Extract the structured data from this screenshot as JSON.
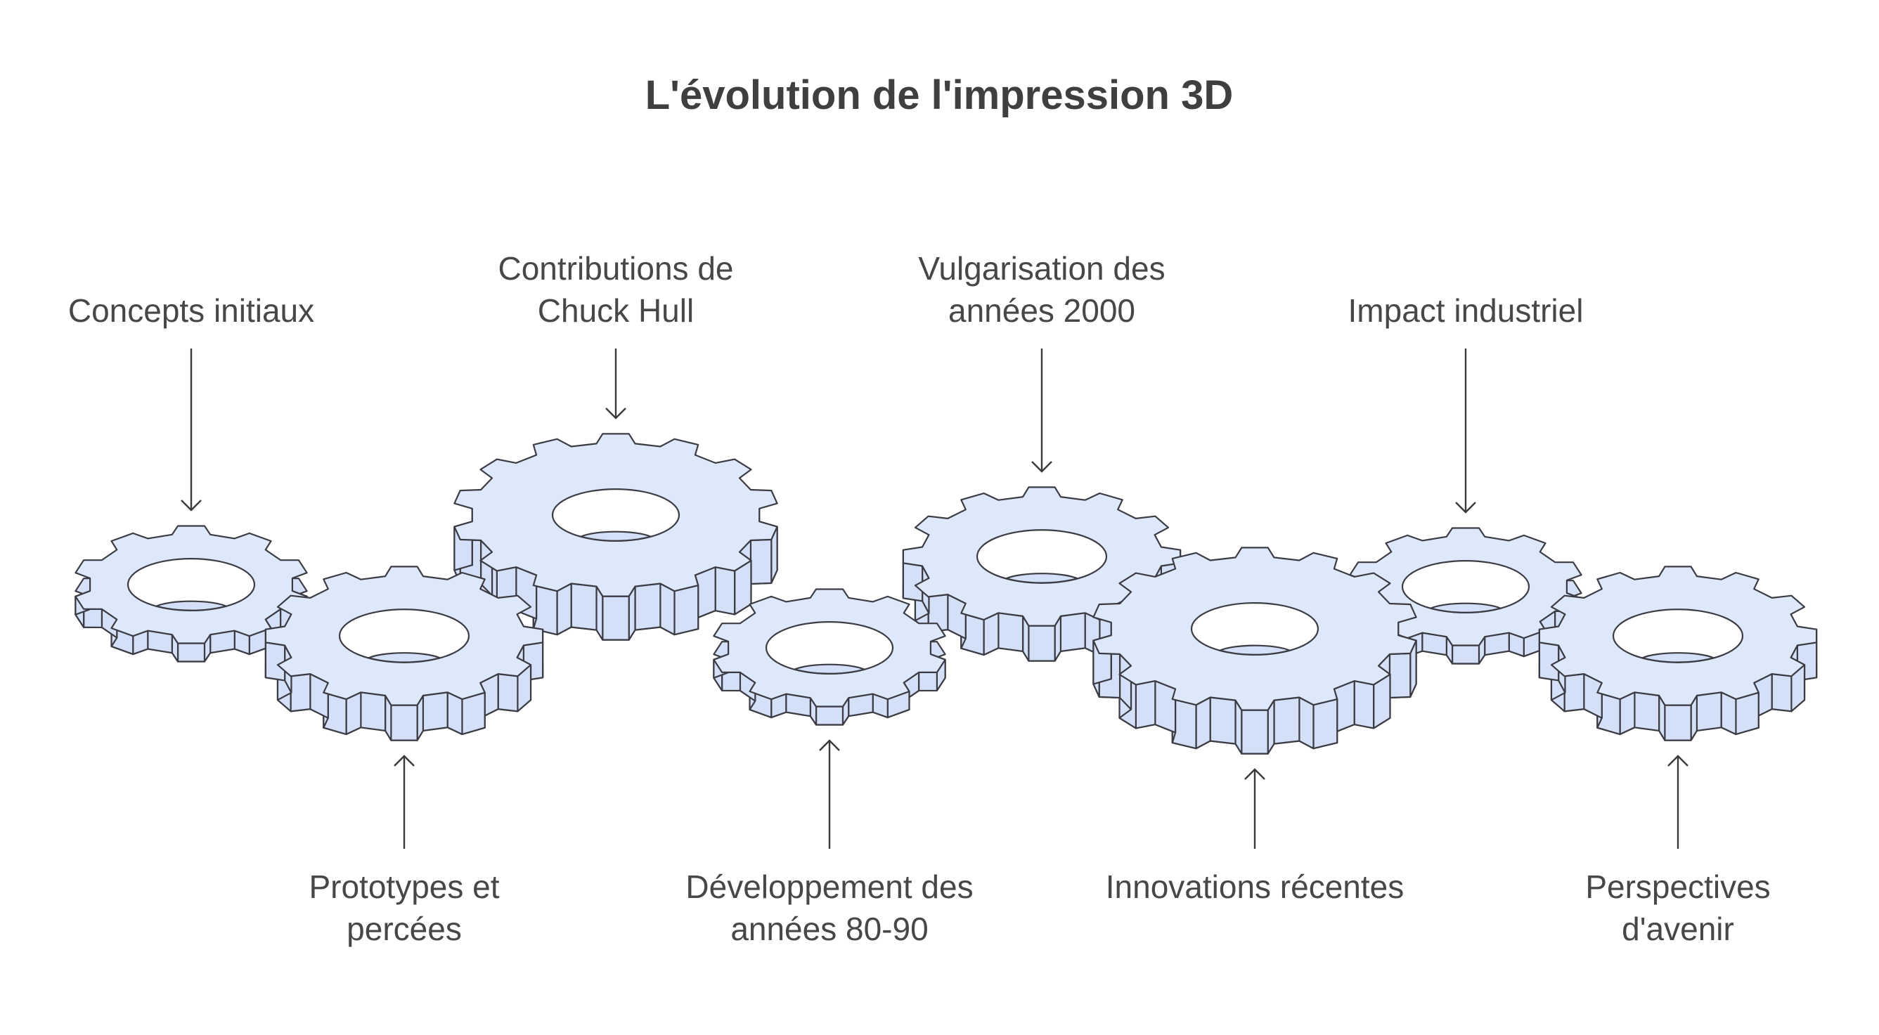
{
  "title": "L'évolution de l'impression 3D",
  "stages": [
    {
      "id": "concepts-initiaux",
      "lines": [
        "Concepts initiaux"
      ],
      "position": "top",
      "gear_size": "small"
    },
    {
      "id": "prototypes",
      "lines": [
        "Prototypes et",
        "percées"
      ],
      "position": "bottom",
      "gear_size": "medium"
    },
    {
      "id": "chuck-hull",
      "lines": [
        "Contributions de",
        "Chuck Hull"
      ],
      "position": "top",
      "gear_size": "large"
    },
    {
      "id": "annees-80-90",
      "lines": [
        "Développement des",
        "années 80-90"
      ],
      "position": "bottom",
      "gear_size": "small"
    },
    {
      "id": "vulgarisation",
      "lines": [
        "Vulgarisation des",
        "années 2000"
      ],
      "position": "top",
      "gear_size": "medium"
    },
    {
      "id": "innovations",
      "lines": [
        "Innovations récentes"
      ],
      "position": "bottom",
      "gear_size": "large"
    },
    {
      "id": "impact-industriel",
      "lines": [
        "Impact industriel"
      ],
      "position": "top",
      "gear_size": "small"
    },
    {
      "id": "perspectives",
      "lines": [
        "Perspectives",
        "d'avenir"
      ],
      "position": "bottom",
      "gear_size": "medium"
    }
  ],
  "colors": {
    "gear_fill": "#dde8fb",
    "gear_side": "#d3e0f7",
    "outline": "#3b3b44",
    "text": "#474747",
    "title": "#3f3f3f"
  }
}
